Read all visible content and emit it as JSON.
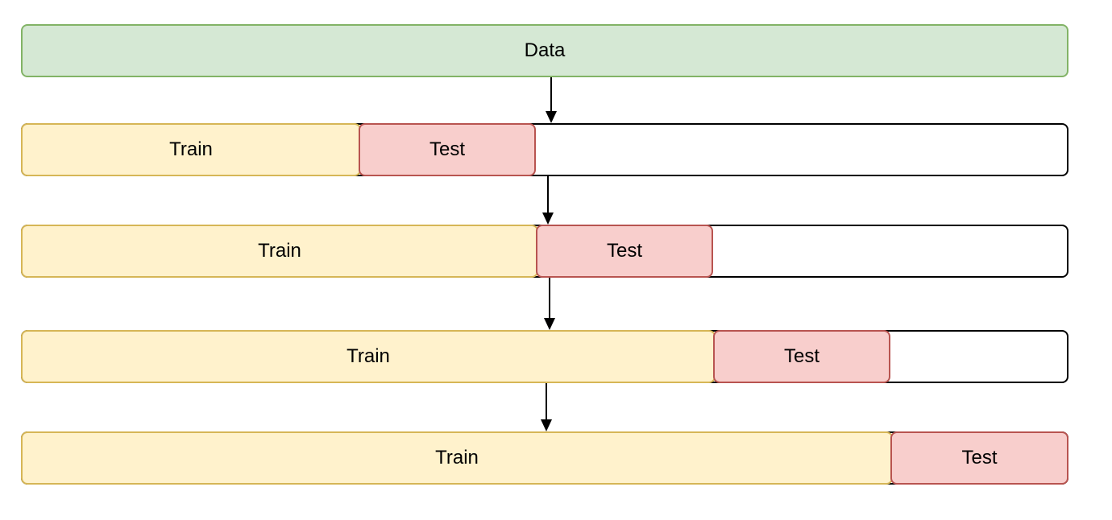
{
  "data_block": {
    "label": "Data"
  },
  "folds": [
    {
      "train_label": "Train",
      "test_label": "Test"
    },
    {
      "train_label": "Train",
      "test_label": "Test"
    },
    {
      "train_label": "Train",
      "test_label": "Test"
    },
    {
      "train_label": "Train",
      "test_label": "Test"
    }
  ],
  "colors": {
    "data_fill": "#d5e8d4",
    "data_stroke": "#82b366",
    "train_fill": "#fff2cc",
    "train_stroke": "#d6b656",
    "test_fill": "#f8cecc",
    "test_stroke": "#b85450",
    "arrow": "#000000"
  }
}
